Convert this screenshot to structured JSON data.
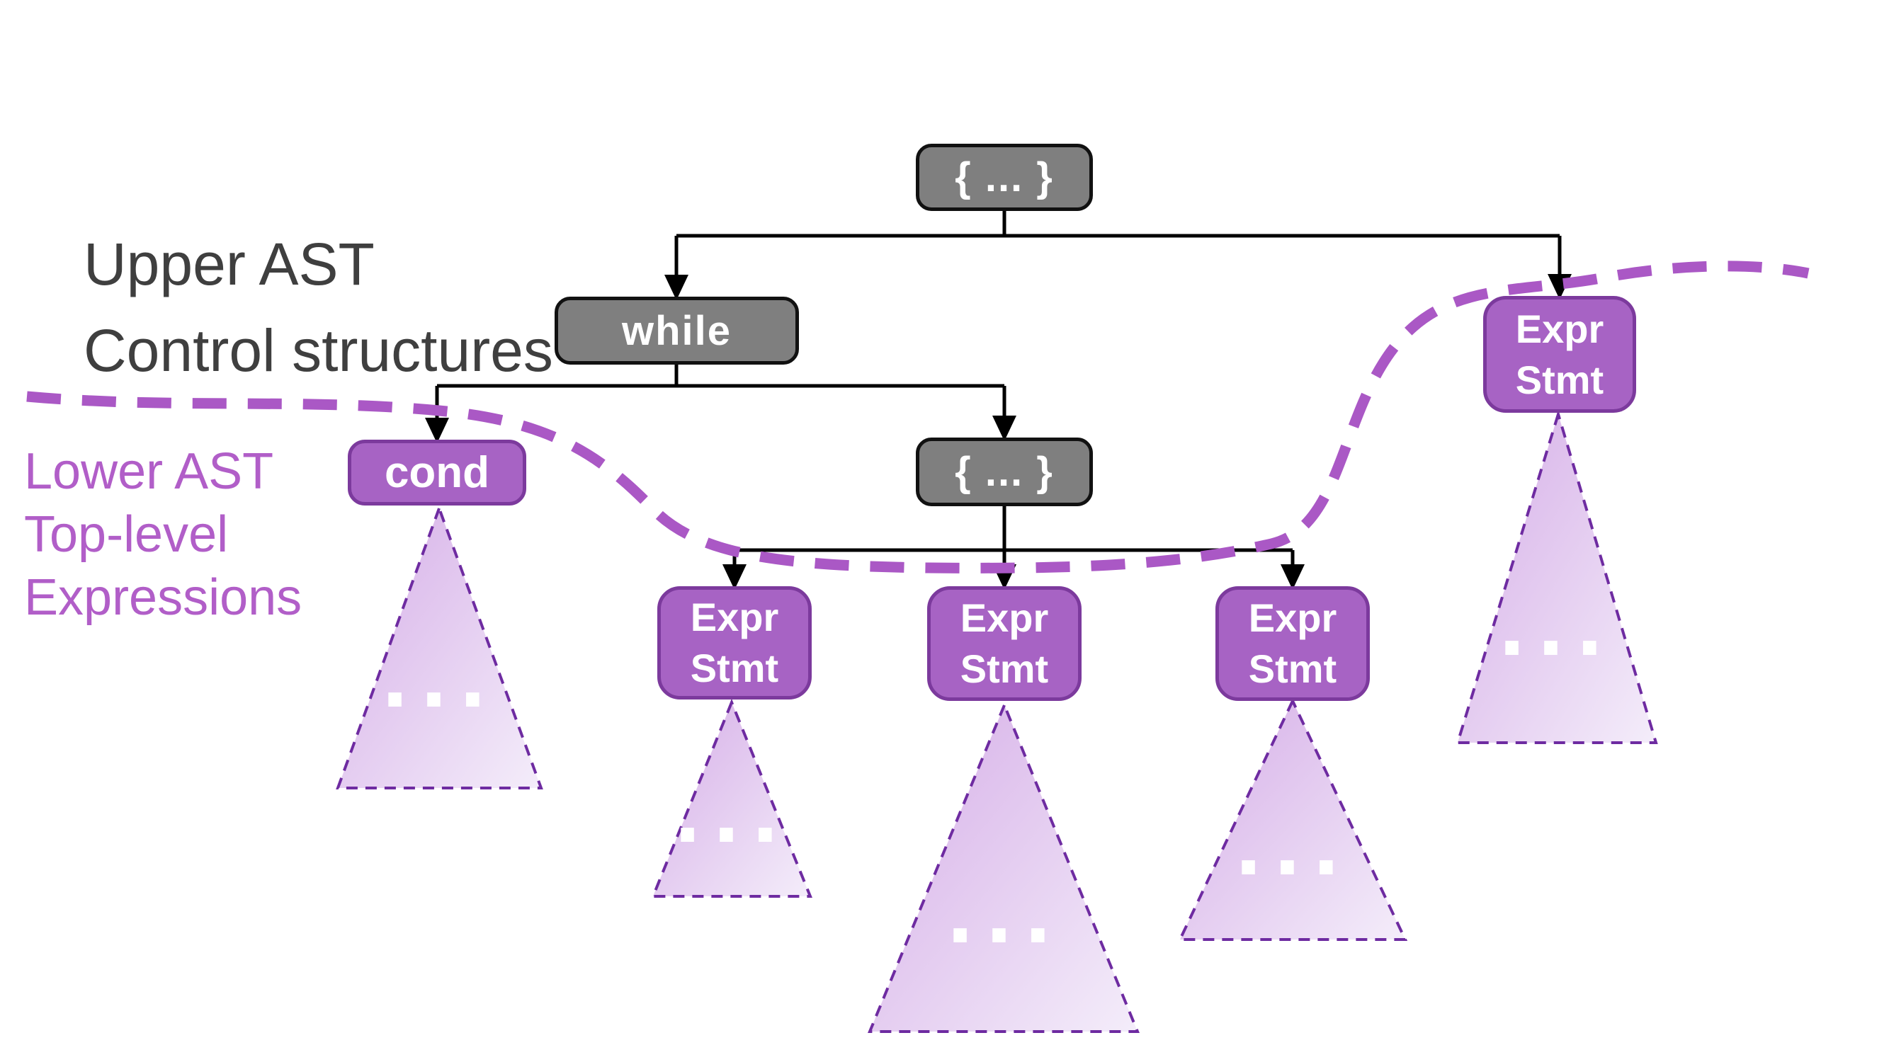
{
  "diagram": {
    "upper_label": {
      "line1": "Upper AST",
      "line2": "Control structures"
    },
    "lower_label": {
      "line1": "Lower AST",
      "line2": "Top-level",
      "line3": "Expressions"
    },
    "nodes": {
      "block": "{ ... }",
      "while_kw": "while",
      "cond": "cond",
      "expr": "Expr",
      "stmt": "Stmt",
      "ellipsis": "..."
    },
    "colors": {
      "gray_fill": "#7f7f7f",
      "gray_border": "#111111",
      "purple_fill": "#a763c4",
      "purple_border": "#7c3a9d",
      "node_text": "#ffffff",
      "triangle_fill_start": "#d5ade7",
      "triangle_fill_end": "#f4edfa",
      "triangle_border": "#6e2ba1",
      "curve_color": "#aa58c5",
      "upper_text_color": "#3f3f3f",
      "lower_text_color": "#b15ec8",
      "line_color": "#000000"
    }
  }
}
